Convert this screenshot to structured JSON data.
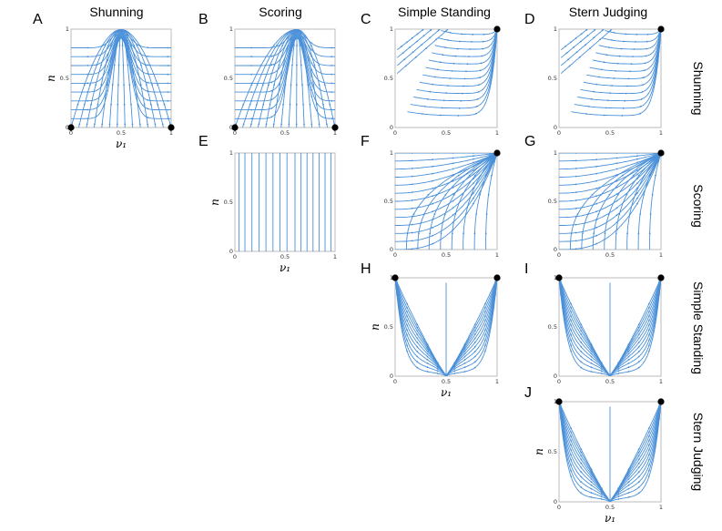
{
  "column_titles": [
    "Shunning",
    "Scoring",
    "Simple Standing",
    "Stern Judging"
  ],
  "row_titles": [
    "Shunning",
    "Scoring",
    "Simple Standing",
    "Stern Judging"
  ],
  "colors": {
    "stream": "#4a90d9",
    "frame": "#bbbbbb",
    "fixed_point": "#000000"
  },
  "chart_data": [
    {
      "panel": "A",
      "type": "streamplot",
      "xlabel": "ν₁",
      "ylabel": "n",
      "xlim": [
        0,
        1
      ],
      "ylim": [
        0,
        1
      ],
      "xticks": [
        "0",
        "0.5",
        "1"
      ],
      "yticks": [
        "0",
        "0.5",
        "1"
      ],
      "fixed_points": [
        [
          0,
          0
        ],
        [
          1,
          0
        ]
      ],
      "flow": "fan-down-from-top",
      "center": 0.5
    },
    {
      "panel": "B",
      "type": "streamplot",
      "xlabel": "",
      "ylabel": "",
      "xlim": [
        0,
        1
      ],
      "ylim": [
        0,
        1
      ],
      "xticks": [
        "0",
        "0.5",
        "1"
      ],
      "yticks": [
        "0",
        "0.5",
        "1"
      ],
      "fixed_points": [
        [
          0,
          0
        ],
        [
          1,
          0
        ]
      ],
      "flow": "fan-down-from-top",
      "center": 0.62
    },
    {
      "panel": "C",
      "type": "streamplot",
      "xlabel": "",
      "ylabel": "",
      "xlim": [
        0,
        1
      ],
      "ylim": [
        0,
        1
      ],
      "xticks": [
        "0",
        "0.5",
        "1"
      ],
      "yticks": [
        "0",
        "0.5",
        "1"
      ],
      "fixed_points": [
        [
          1,
          1
        ]
      ],
      "flow": "curl-right-to-corner"
    },
    {
      "panel": "D",
      "type": "streamplot",
      "xlabel": "",
      "ylabel": "",
      "xlim": [
        0,
        1
      ],
      "ylim": [
        0,
        1
      ],
      "xticks": [
        "0",
        "0.5",
        "1"
      ],
      "yticks": [
        "0",
        "0.5",
        "1"
      ],
      "fixed_points": [
        [
          1,
          1
        ]
      ],
      "flow": "curl-right-to-corner"
    },
    {
      "panel": "E",
      "type": "streamplot",
      "xlabel": "ν₁",
      "ylabel": "n",
      "xlim": [
        0,
        1
      ],
      "ylim": [
        0,
        1
      ],
      "xticks": [
        "0",
        "0.5",
        "1"
      ],
      "yticks": [
        "0",
        "0.5",
        "1"
      ],
      "fixed_points": [],
      "flow": "vertical",
      "vertical_lines": [
        0.04,
        0.1,
        0.17,
        0.24,
        0.31,
        0.38,
        0.45,
        0.52,
        0.6,
        0.66,
        0.72,
        0.78,
        0.84,
        0.9,
        0.96
      ]
    },
    {
      "panel": "F",
      "type": "streamplot",
      "xlabel": "",
      "ylabel": "",
      "xlim": [
        0,
        1
      ],
      "ylim": [
        0,
        1
      ],
      "xticks": [
        "0",
        "0.5",
        "1"
      ],
      "yticks": [
        "0",
        "0.5",
        "1"
      ],
      "fixed_points": [
        [
          1,
          1
        ]
      ],
      "flow": "converge-upper-right"
    },
    {
      "panel": "G",
      "type": "streamplot",
      "xlabel": "",
      "ylabel": "",
      "xlim": [
        0,
        1
      ],
      "ylim": [
        0,
        1
      ],
      "xticks": [
        "0",
        "0.5",
        "1"
      ],
      "yticks": [
        "0",
        "0.5",
        "1"
      ],
      "fixed_points": [
        [
          1,
          1
        ]
      ],
      "flow": "converge-upper-right"
    },
    {
      "panel": "H",
      "type": "streamplot",
      "xlabel": "ν₁",
      "ylabel": "n",
      "xlim": [
        0,
        1
      ],
      "ylim": [
        0,
        1
      ],
      "xticks": [
        "0",
        "0.5",
        "1"
      ],
      "yticks": [
        "0",
        "0.5",
        "1"
      ],
      "fixed_points": [
        [
          0,
          1
        ],
        [
          1,
          1
        ]
      ],
      "flow": "fan-up-from-bottom",
      "center": 0.5
    },
    {
      "panel": "I",
      "type": "streamplot",
      "xlabel": "",
      "ylabel": "",
      "xlim": [
        0,
        1
      ],
      "ylim": [
        0,
        1
      ],
      "xticks": [
        "0",
        "0.5",
        "1"
      ],
      "yticks": [
        "0",
        "0.5",
        "1"
      ],
      "fixed_points": [
        [
          0,
          1
        ],
        [
          1,
          1
        ]
      ],
      "flow": "fan-up-from-bottom",
      "center": 0.5
    },
    {
      "panel": "J",
      "type": "streamplot",
      "xlabel": "ν₁",
      "ylabel": "n",
      "xlim": [
        0,
        1
      ],
      "ylim": [
        0,
        1
      ],
      "xticks": [
        "0",
        "0.5",
        "1"
      ],
      "yticks": [
        "0",
        "0.5",
        "1"
      ],
      "fixed_points": [
        [
          0,
          1
        ],
        [
          1,
          1
        ]
      ],
      "flow": "fan-up-from-bottom",
      "center": 0.5
    }
  ]
}
